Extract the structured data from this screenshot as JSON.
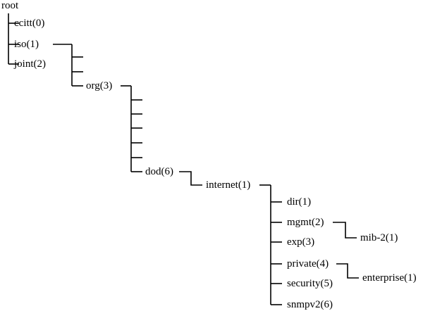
{
  "diagram": {
    "colors": {
      "line": "#000000",
      "text": "#000000",
      "background": "#ffffff"
    },
    "nodes": {
      "root": "root",
      "ccitt": "ccitt(0)",
      "iso": "iso(1)",
      "joint": "joint(2)",
      "org": "org(3)",
      "dod": "dod(6)",
      "internet": "internet(1)",
      "dir": "dir(1)",
      "mgmt": "mgmt(2)",
      "mib2": "mib-2(1)",
      "exp": "exp(3)",
      "private": "private(4)",
      "enterprise": "enterprise(1)",
      "security": "security(5)",
      "snmpv2": "snmpv2(6)"
    }
  }
}
